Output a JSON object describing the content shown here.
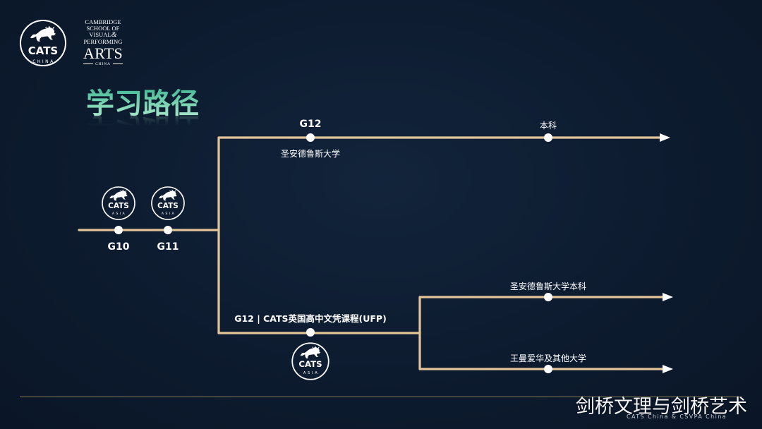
{
  "colors": {
    "background": "#0c1a2d",
    "path": "#e4c59b",
    "title": "#7fd6b3",
    "node": "#ffffff"
  },
  "logos": {
    "cats_china": {
      "icon": "lion-icon",
      "name": "CATS",
      "region": "CHINA"
    },
    "csvpa": {
      "line1": "CAMBRIDGE",
      "line2": "SCHOOL OF",
      "visual": "VISUAL",
      "amp": "&",
      "performing": "PERFORMING",
      "arts": "ARTS",
      "region": "CHINA"
    }
  },
  "title": "学习路径",
  "pathway": {
    "g10": {
      "label": "G10",
      "logo": {
        "icon": "lion-icon",
        "name": "CATS",
        "region": "ASIA"
      }
    },
    "g11": {
      "label": "G11",
      "logo": {
        "icon": "lion-icon",
        "name": "CATS",
        "region": "ASIA"
      }
    },
    "upper": {
      "grade": "G12",
      "school": "圣安德鲁斯大学",
      "destination": "本科"
    },
    "lower": {
      "label": "G12 | CATS英国高中文凭课程(UFP)",
      "logo": {
        "icon": "lion-icon",
        "name": "CATS",
        "region": "ASIA"
      },
      "destinations": [
        "圣安德鲁斯大学本科",
        "王曼爱华及其他大学"
      ]
    }
  },
  "watermark": {
    "title": "剑桥文理与剑桥艺术",
    "subtitle": "CATS China & CSVPA China"
  }
}
